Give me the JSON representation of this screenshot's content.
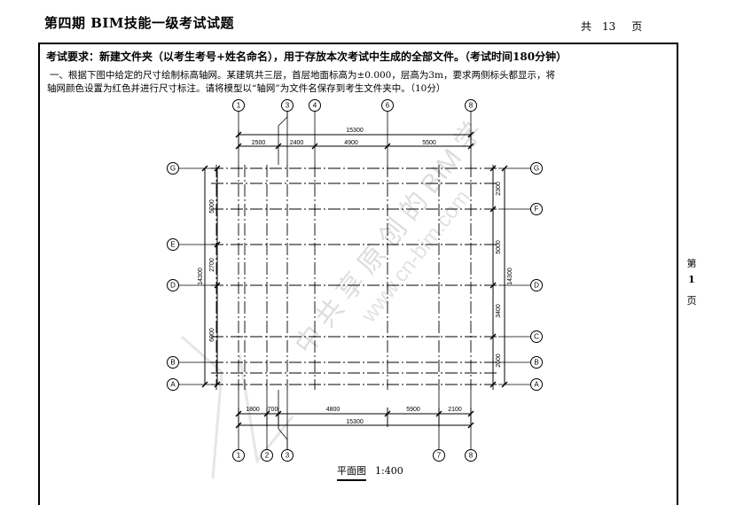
{
  "header": {
    "title": "第四期 BIM技能一级考试试题",
    "pages_prefix": "共",
    "pages_total": "13",
    "pages_suffix": "页"
  },
  "side_page": {
    "prefix": "第",
    "number": "1",
    "suffix": "页"
  },
  "requirement": "考试要求：新建文件夹（以考生考号+姓名命名），用于存放本次考试中生成的全部文件。（考试时间180分钟）",
  "question": {
    "line1": "一、根据下图中给定的尺寸绘制标高轴网。某建筑共三层，首层地面标高为±0.000，层高为3m，要求两侧标头都显示，将",
    "line2": "轴网颜色设置为红色并进行尺寸标注。请将模型以“轴网”为文件名保存到考生文件夹中。（10分）"
  },
  "drawing": {
    "top_axes": [
      "1",
      "3",
      "4",
      "6",
      "8"
    ],
    "bottom_axes": [
      "1",
      "2",
      "3",
      "7",
      "8"
    ],
    "left_axes": [
      "G",
      "E",
      "D",
      "B",
      "A"
    ],
    "right_axes": [
      "G",
      "F",
      "D",
      "C",
      "B",
      "A"
    ],
    "top_total": "15300",
    "top_dims": [
      "2500",
      "2400",
      "4900",
      "5500"
    ],
    "bottom_total": "15300",
    "bottom_dims": [
      "1800",
      "700",
      "4800",
      "5900",
      "2100"
    ],
    "left_total": "14300",
    "left_dims": [
      "5000",
      "2700",
      "6000"
    ],
    "right_total": "14300",
    "right_dims": [
      "2300",
      "5000",
      "3400",
      "2600"
    ],
    "caption_title": "平面图",
    "caption_scale": "1:400"
  },
  "watermark": {
    "text_cn": "中 共 享 原 创 的 BIM 学",
    "text_url": "www.cn-bim.com"
  }
}
